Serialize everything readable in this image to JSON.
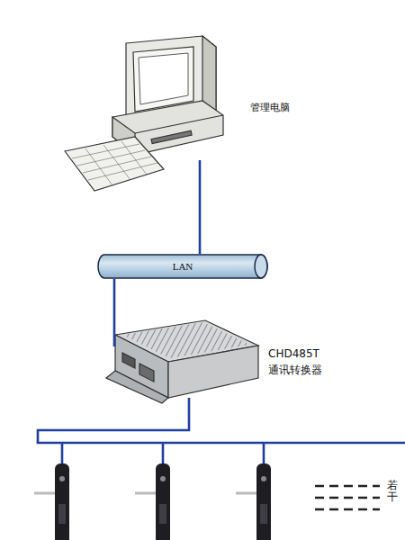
{
  "diagram": {
    "nodes": [
      {
        "text": [
          "管理电脑"
        ]
      },
      {
        "text": [
          "LAN"
        ]
      },
      {
        "text": [
          "CHD485T 通讯转换器"
        ]
      }
    ],
    "edges": [
      {
        "from": 0,
        "to": 1,
        "arrow": "none"
      },
      {
        "from": 1,
        "to": 2,
        "arrow": "none"
      }
    ],
    "labels": [
      "若干"
    ]
  }
}
